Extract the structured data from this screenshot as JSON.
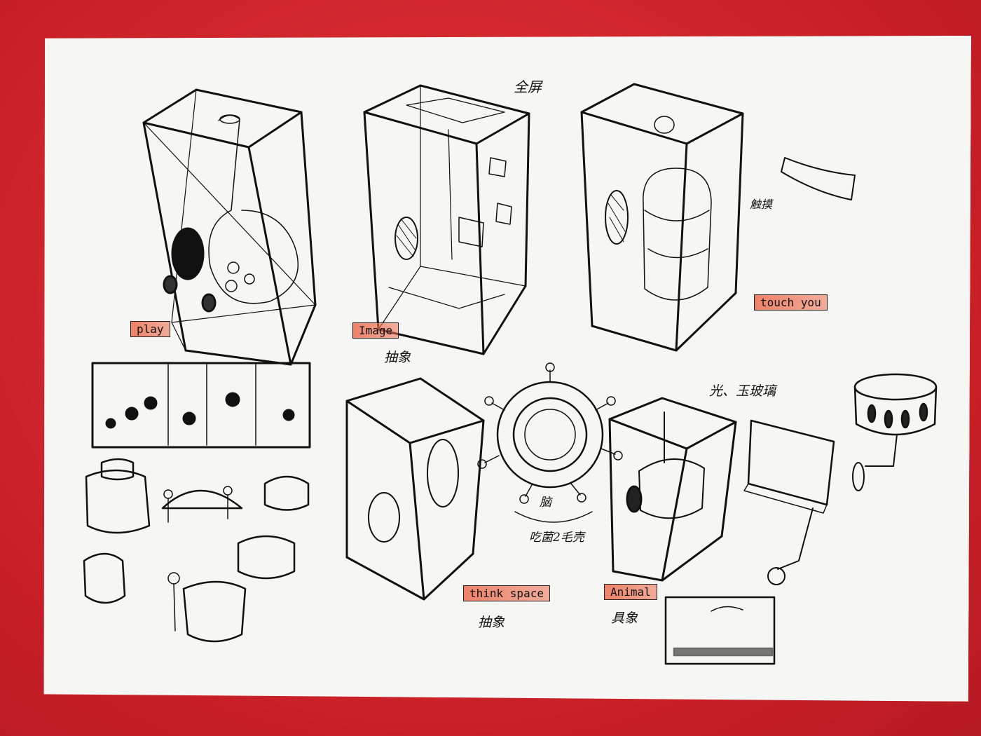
{
  "labels": {
    "fullscreen": "全屏",
    "play": "play",
    "image": "Image",
    "image_cn": "抽象",
    "touch_you": "touch you",
    "touch_cn": "触摸",
    "think_space": "think space",
    "think_cn": "抽象",
    "animal": "Animal",
    "animal_cn": "具象",
    "light_glass": "光、玉玻璃",
    "virus_caption": "吃菌2毛壳",
    "brain": "脑"
  },
  "colors": {
    "background": "#d42a2e",
    "paper": "#f6f6f4",
    "ink": "#111111",
    "highlight": "#ec6e50"
  }
}
